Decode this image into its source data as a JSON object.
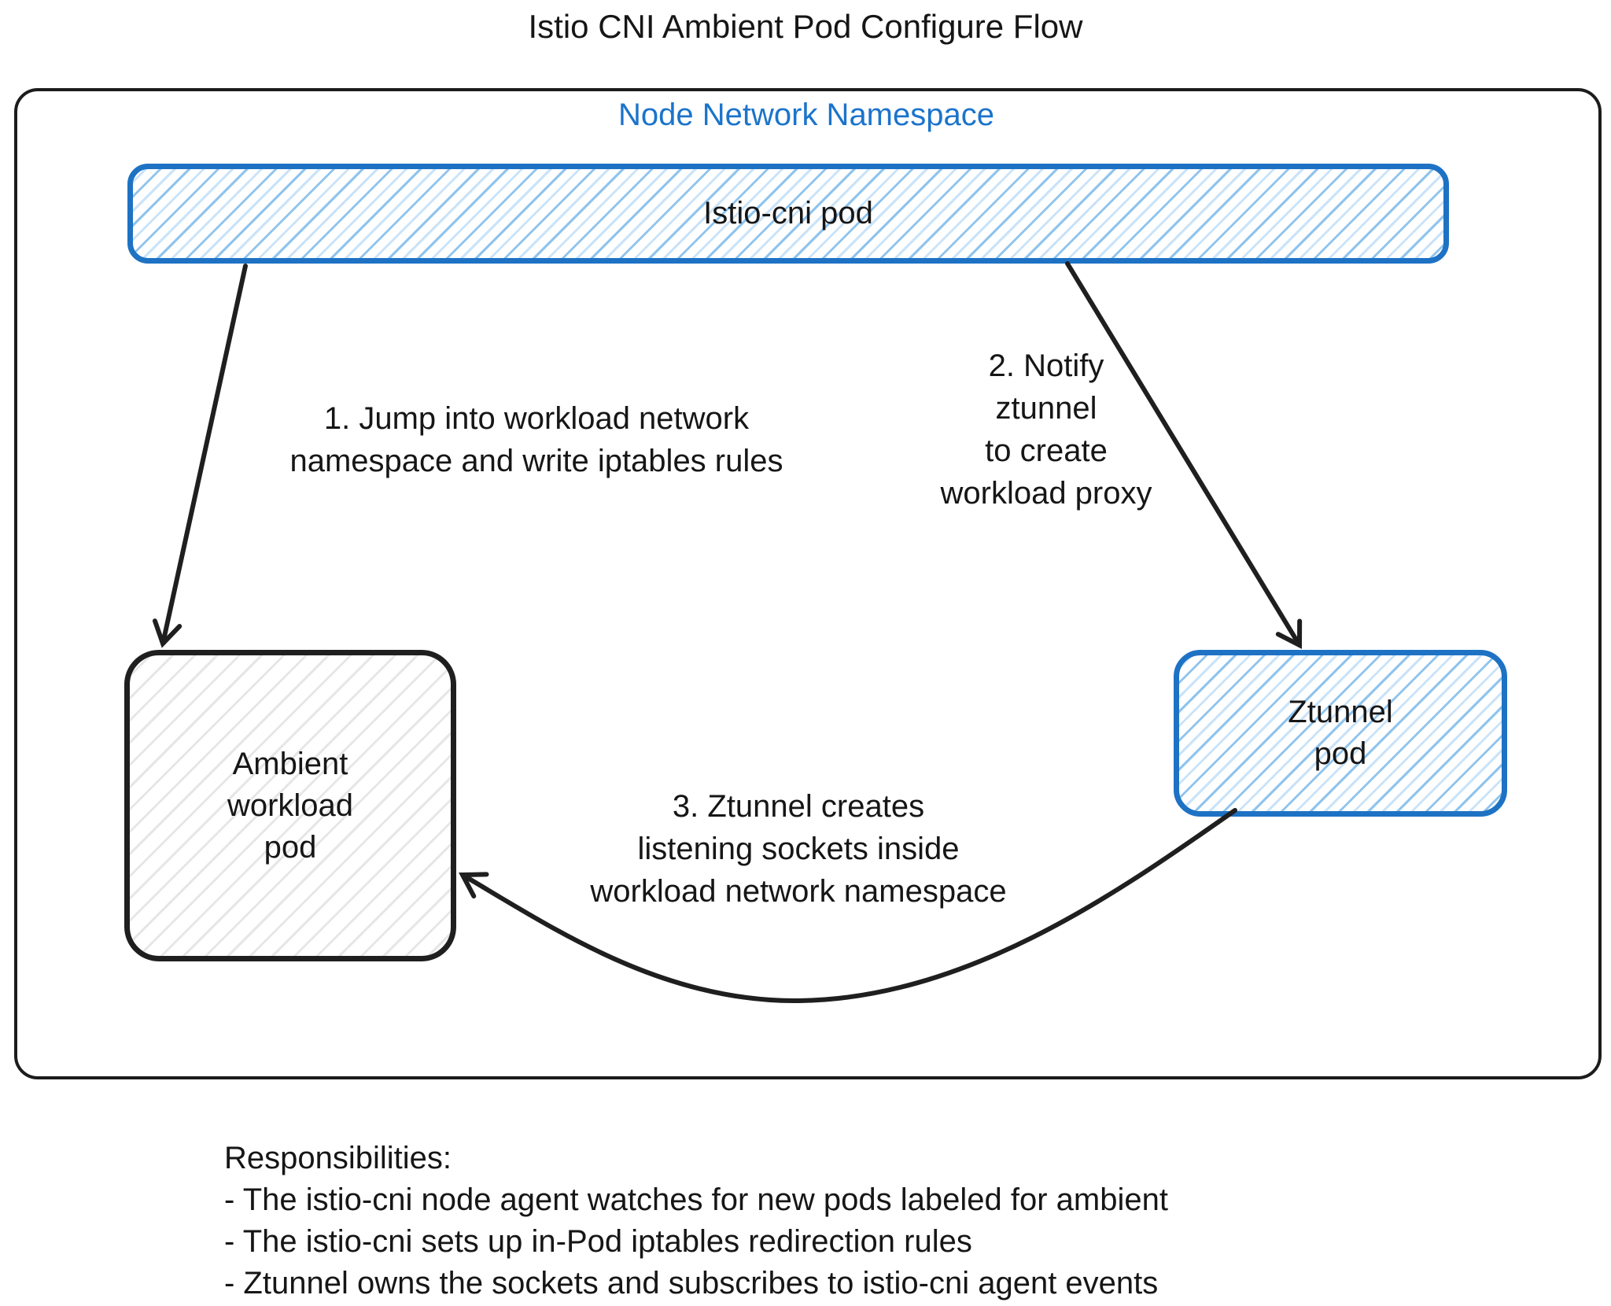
{
  "title": "Istio CNI Ambient Pod Configure Flow",
  "diagram": {
    "container_label": "Node Network Namespace",
    "nodes": {
      "istio_cni": {
        "label": "Istio-cni pod"
      },
      "ambient_workload": {
        "label": "Ambient\nworkload\npod"
      },
      "ztunnel": {
        "label": "Ztunnel\npod"
      }
    },
    "steps": [
      {
        "label": "1. Jump into workload network\nnamespace and write iptables rules"
      },
      {
        "label": "2. Notify\nztunnel\nto create\nworkload proxy"
      },
      {
        "label": "3. Ztunnel creates\nlistening sockets inside\nworkload network namespace"
      }
    ]
  },
  "notes": {
    "heading": "Responsibilities:",
    "items": [
      "- The istio-cni node agent watches for new pods labeled for ambient",
      "- The istio-cni sets up in-Pod iptables redirection rules",
      "- Ztunnel owns the sockets and subscribes to istio-cni agent events"
    ]
  },
  "colors": {
    "accent_blue": "#1e72c4",
    "label_blue": "#1b74cb",
    "hatch_blue": "#8fc4ee",
    "hatch_gray": "#e6e6e6",
    "ink_black": "#1f1f1f"
  }
}
